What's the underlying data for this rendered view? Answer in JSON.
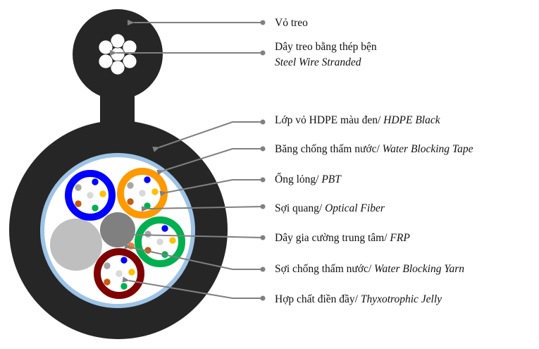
{
  "colors": {
    "sheath": "#262626",
    "tape": "#9dc3e6",
    "leader": "#808080",
    "filler": "#bfbfbf",
    "frp": "#808080",
    "yarn": "#ed7d31",
    "tubes": [
      "#0000ff",
      "#ff9900",
      "#00b050",
      "#7f0000"
    ],
    "fibers": [
      "#0000ff",
      "#a6a6a6",
      "#d9d9d9",
      "#ffc000",
      "#c55a11",
      "#00b050"
    ]
  },
  "labels": [
    {
      "main": "Vỏ treo",
      "italic": ""
    },
    {
      "main": "Dây treo bằng thép bện",
      "italic": "Steel Wire Stranded"
    },
    {
      "main": "Lớp vỏ HDPE màu đen/ ",
      "italic": "HDPE Black"
    },
    {
      "main": "Băng chống thấm nước/ ",
      "italic": "Water Blocking Tape"
    },
    {
      "main": "Ống lỏng/ ",
      "italic": "PBT"
    },
    {
      "main": "Sợi quang/ ",
      "italic": "Optical Fiber"
    },
    {
      "main": "Dây gia cường trung tâm/ ",
      "italic": "FRP"
    },
    {
      "main": "Sợi chống thấm nước/ ",
      "italic": "Water Blocking Yarn"
    },
    {
      "main": "Hợp chất điền đầy/ ",
      "italic": "Thyxotrophic Jelly"
    }
  ]
}
